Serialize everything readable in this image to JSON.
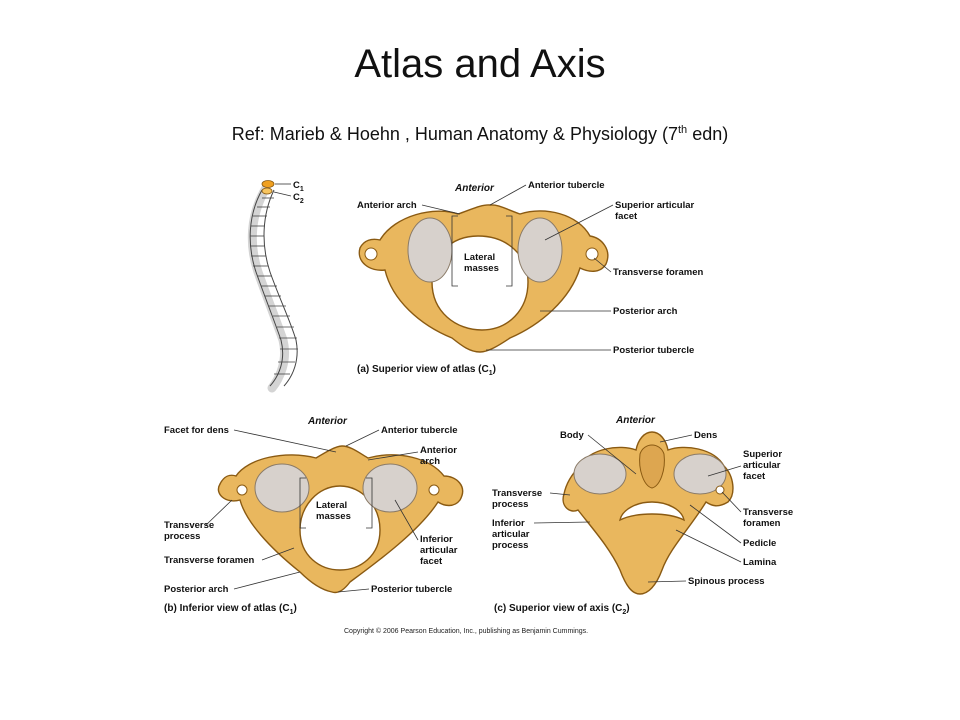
{
  "slide": {
    "title": "Atlas and Axis",
    "ref_text": "Ref:  Marieb & Hoehn , Human Anatomy & Physiology (7",
    "ref_sup": "th",
    "ref_end": " edn)"
  },
  "spine": {
    "c1": "C",
    "c1_sub": "1",
    "c2": "C",
    "c2_sub": "2"
  },
  "panel_a": {
    "orientation": "Anterior",
    "caption_prefix": "(a)",
    "caption": "Superior view of atlas (C",
    "caption_sub": "1",
    "caption_end": ")",
    "labels": {
      "anterior_arch": "Anterior arch",
      "anterior_tubercle": "Anterior tubercle",
      "superior_articular_facet_1": "Superior articular",
      "superior_articular_facet_2": "facet",
      "lateral_masses_1": "Lateral",
      "lateral_masses_2": "masses",
      "transverse_foramen": "Transverse foramen",
      "posterior_arch": "Posterior arch",
      "posterior_tubercle": "Posterior tubercle"
    }
  },
  "panel_b": {
    "orientation": "Anterior",
    "caption_prefix": "(b)",
    "caption": "Inferior view of atlas (C",
    "caption_sub": "1",
    "caption_end": ")",
    "labels": {
      "facet_for_dens": "Facet for dens",
      "anterior_tubercle": "Anterior tubercle",
      "anterior_arch_1": "Anterior",
      "anterior_arch_2": "arch",
      "lateral_masses_1": "Lateral",
      "lateral_masses_2": "masses",
      "transverse_process_1": "Transverse",
      "transverse_process_2": "process",
      "transverse_foramen": "Transverse foramen",
      "inferior_articular_facet_1": "Inferior",
      "inferior_articular_facet_2": "articular",
      "inferior_articular_facet_3": "facet",
      "posterior_arch": "Posterior arch",
      "posterior_tubercle": "Posterior tubercle"
    }
  },
  "panel_c": {
    "orientation": "Anterior",
    "caption_prefix": "(c)",
    "caption": "Superior view of axis (C",
    "caption_sub": "2",
    "caption_end": ")",
    "labels": {
      "body": "Body",
      "dens": "Dens",
      "superior_articular_facet_1": "Superior",
      "superior_articular_facet_2": "articular",
      "superior_articular_facet_3": "facet",
      "transverse_process_1": "Transverse",
      "transverse_process_2": "process",
      "inferior_articular_process_1": "Inferior",
      "inferior_articular_process_2": "articular",
      "inferior_articular_process_3": "process",
      "transverse_foramen_1": "Transverse",
      "transverse_foramen_2": "foramen",
      "pedicle": "Pedicle",
      "lamina": "Lamina",
      "spinous_process": "Spinous process"
    }
  },
  "copyright": "Copyright © 2006 Pearson Education, Inc., publishing as Benjamin Cummings.",
  "colors": {
    "bone": "#E9B75E",
    "bone_outline": "#8A5A12",
    "facet": "#D7D1CC",
    "highlight": "#F0A020"
  }
}
